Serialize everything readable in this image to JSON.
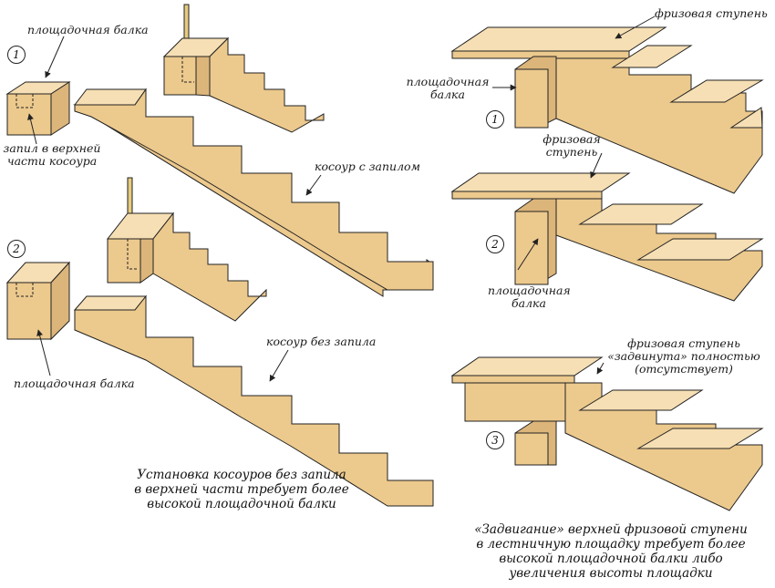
{
  "left": {
    "variant1": {
      "number": "1",
      "beam_label": "площадочная балка",
      "notch_label": [
        "запил в верхней",
        "части косоура"
      ],
      "stringer_label": "косоур с запилом"
    },
    "variant2": {
      "number": "2",
      "beam_label": "площадочная балка",
      "stringer_label": "косоур без запила"
    },
    "caption": [
      "Установка косоуров без запила",
      "в верхней части требует более",
      "высокой площадочной балки"
    ]
  },
  "right": {
    "variant1": {
      "number": "1",
      "frieze_label": "фризовая ступень",
      "beam_label": [
        "площадочная",
        "балка"
      ]
    },
    "variant2": {
      "number": "2",
      "frieze_label": [
        "фризовая",
        "ступень"
      ],
      "beam_label": [
        "площадочная",
        "балка"
      ]
    },
    "variant3": {
      "number": "3",
      "frieze_label": [
        "фризовая ступень",
        "«задвинута» полностью",
        "(отсутствует)"
      ]
    },
    "caption": [
      "«Задвигание» верхней фризовой ступени",
      "в лестничную площадку требует более",
      "высокой площадочной балки либо",
      "увеличения высоты площадки"
    ]
  },
  "colors": {
    "wood_top": "#f6dfb4",
    "wood_front": "#ecc98d",
    "wood_side": "#dcb57a",
    "stroke": "#222222"
  }
}
